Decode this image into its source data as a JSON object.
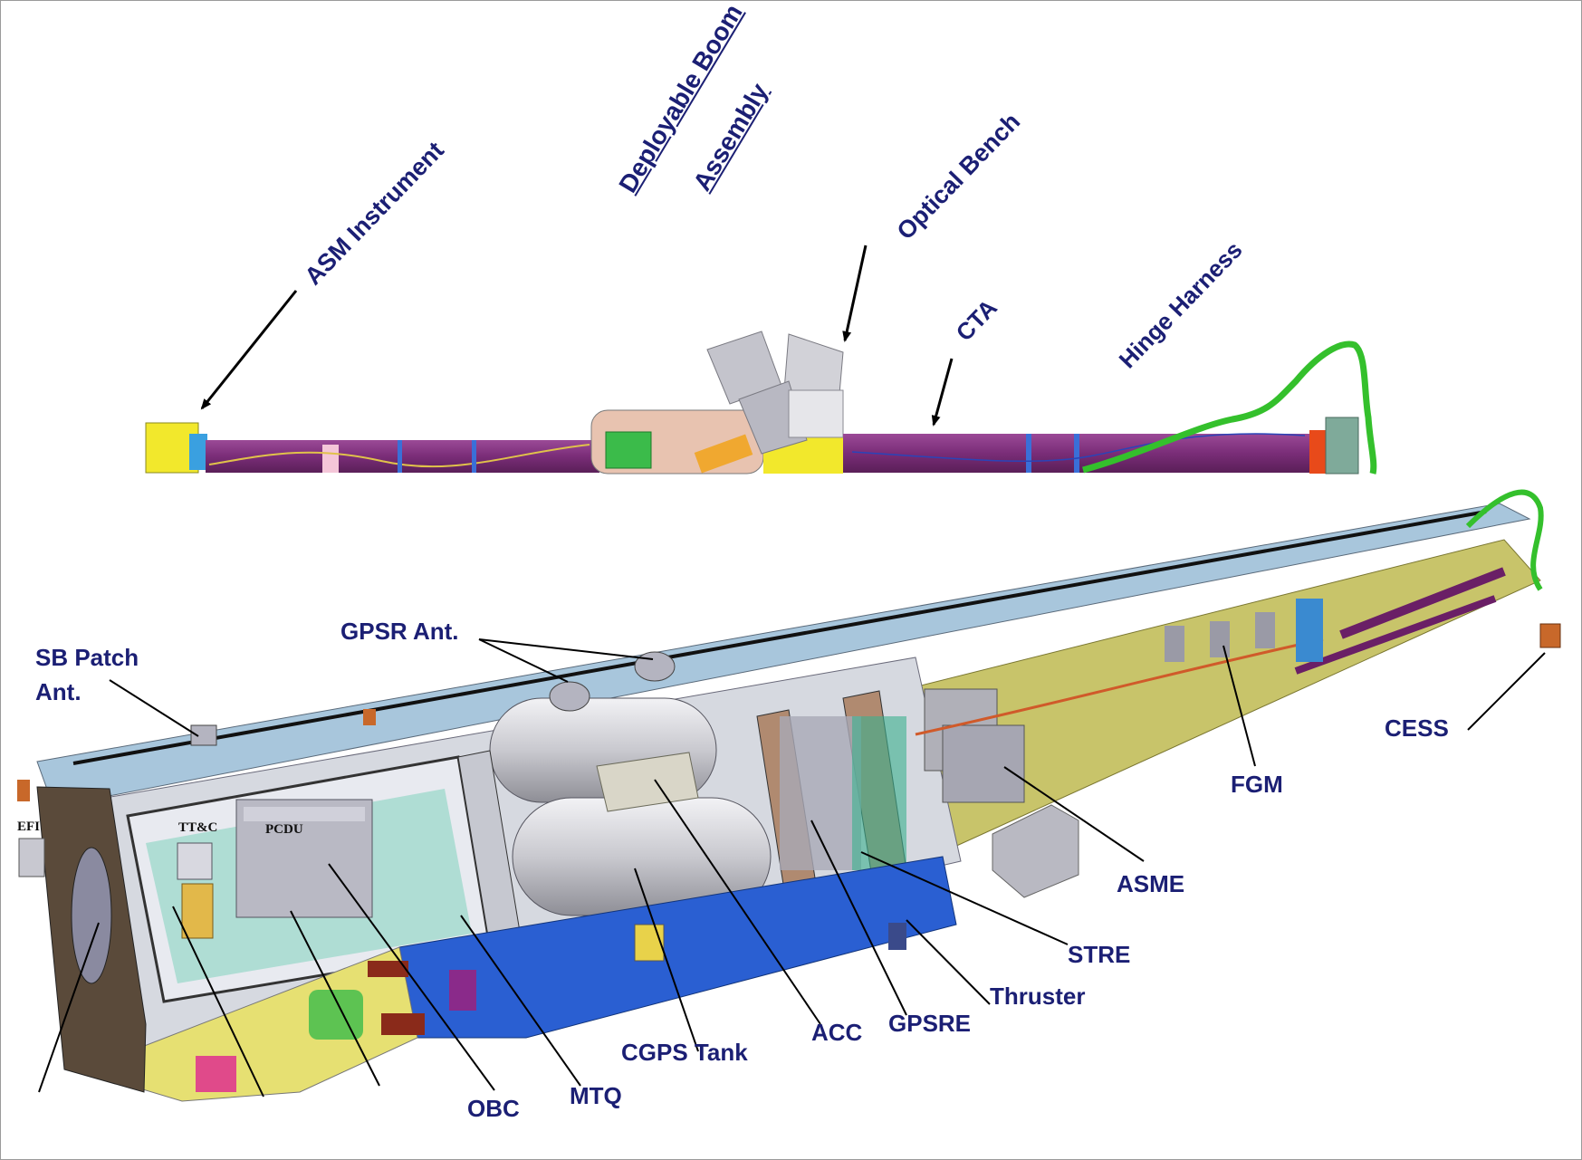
{
  "colors": {
    "label_text": "#1b1f74",
    "boom_tube": "#7a2d78",
    "yellow_block": "#f2e82c",
    "harness_green": "#34c02c",
    "spacecraft_blue": "#2a5fd2",
    "panel_olive": "#c8c46a",
    "tank_grey": "#c9c9cf"
  },
  "boom": {
    "deployable_line1": "Deployable Boom",
    "deployable_line2": "Assembly",
    "asm_instrument": "ASM Instrument",
    "optical_bench": "Optical Bench",
    "cta": "CTA",
    "hinge_harness": "Hinge Harness"
  },
  "spacecraft": {
    "gpsr_ant": "GPSR Ant.",
    "sb_patch_line1": "SB Patch",
    "sb_patch_line2": "Ant.",
    "efi": "EFI",
    "ttc": "TT&C",
    "pcdu": "PCDU",
    "obc": "OBC",
    "mtq": "MTQ",
    "cgps_tank": "CGPS Tank",
    "acc": "ACC",
    "gpsre": "GPSRE",
    "thruster": "Thruster",
    "stre": "STRE",
    "asme": "ASME",
    "fgm": "FGM",
    "cess": "CESS"
  }
}
